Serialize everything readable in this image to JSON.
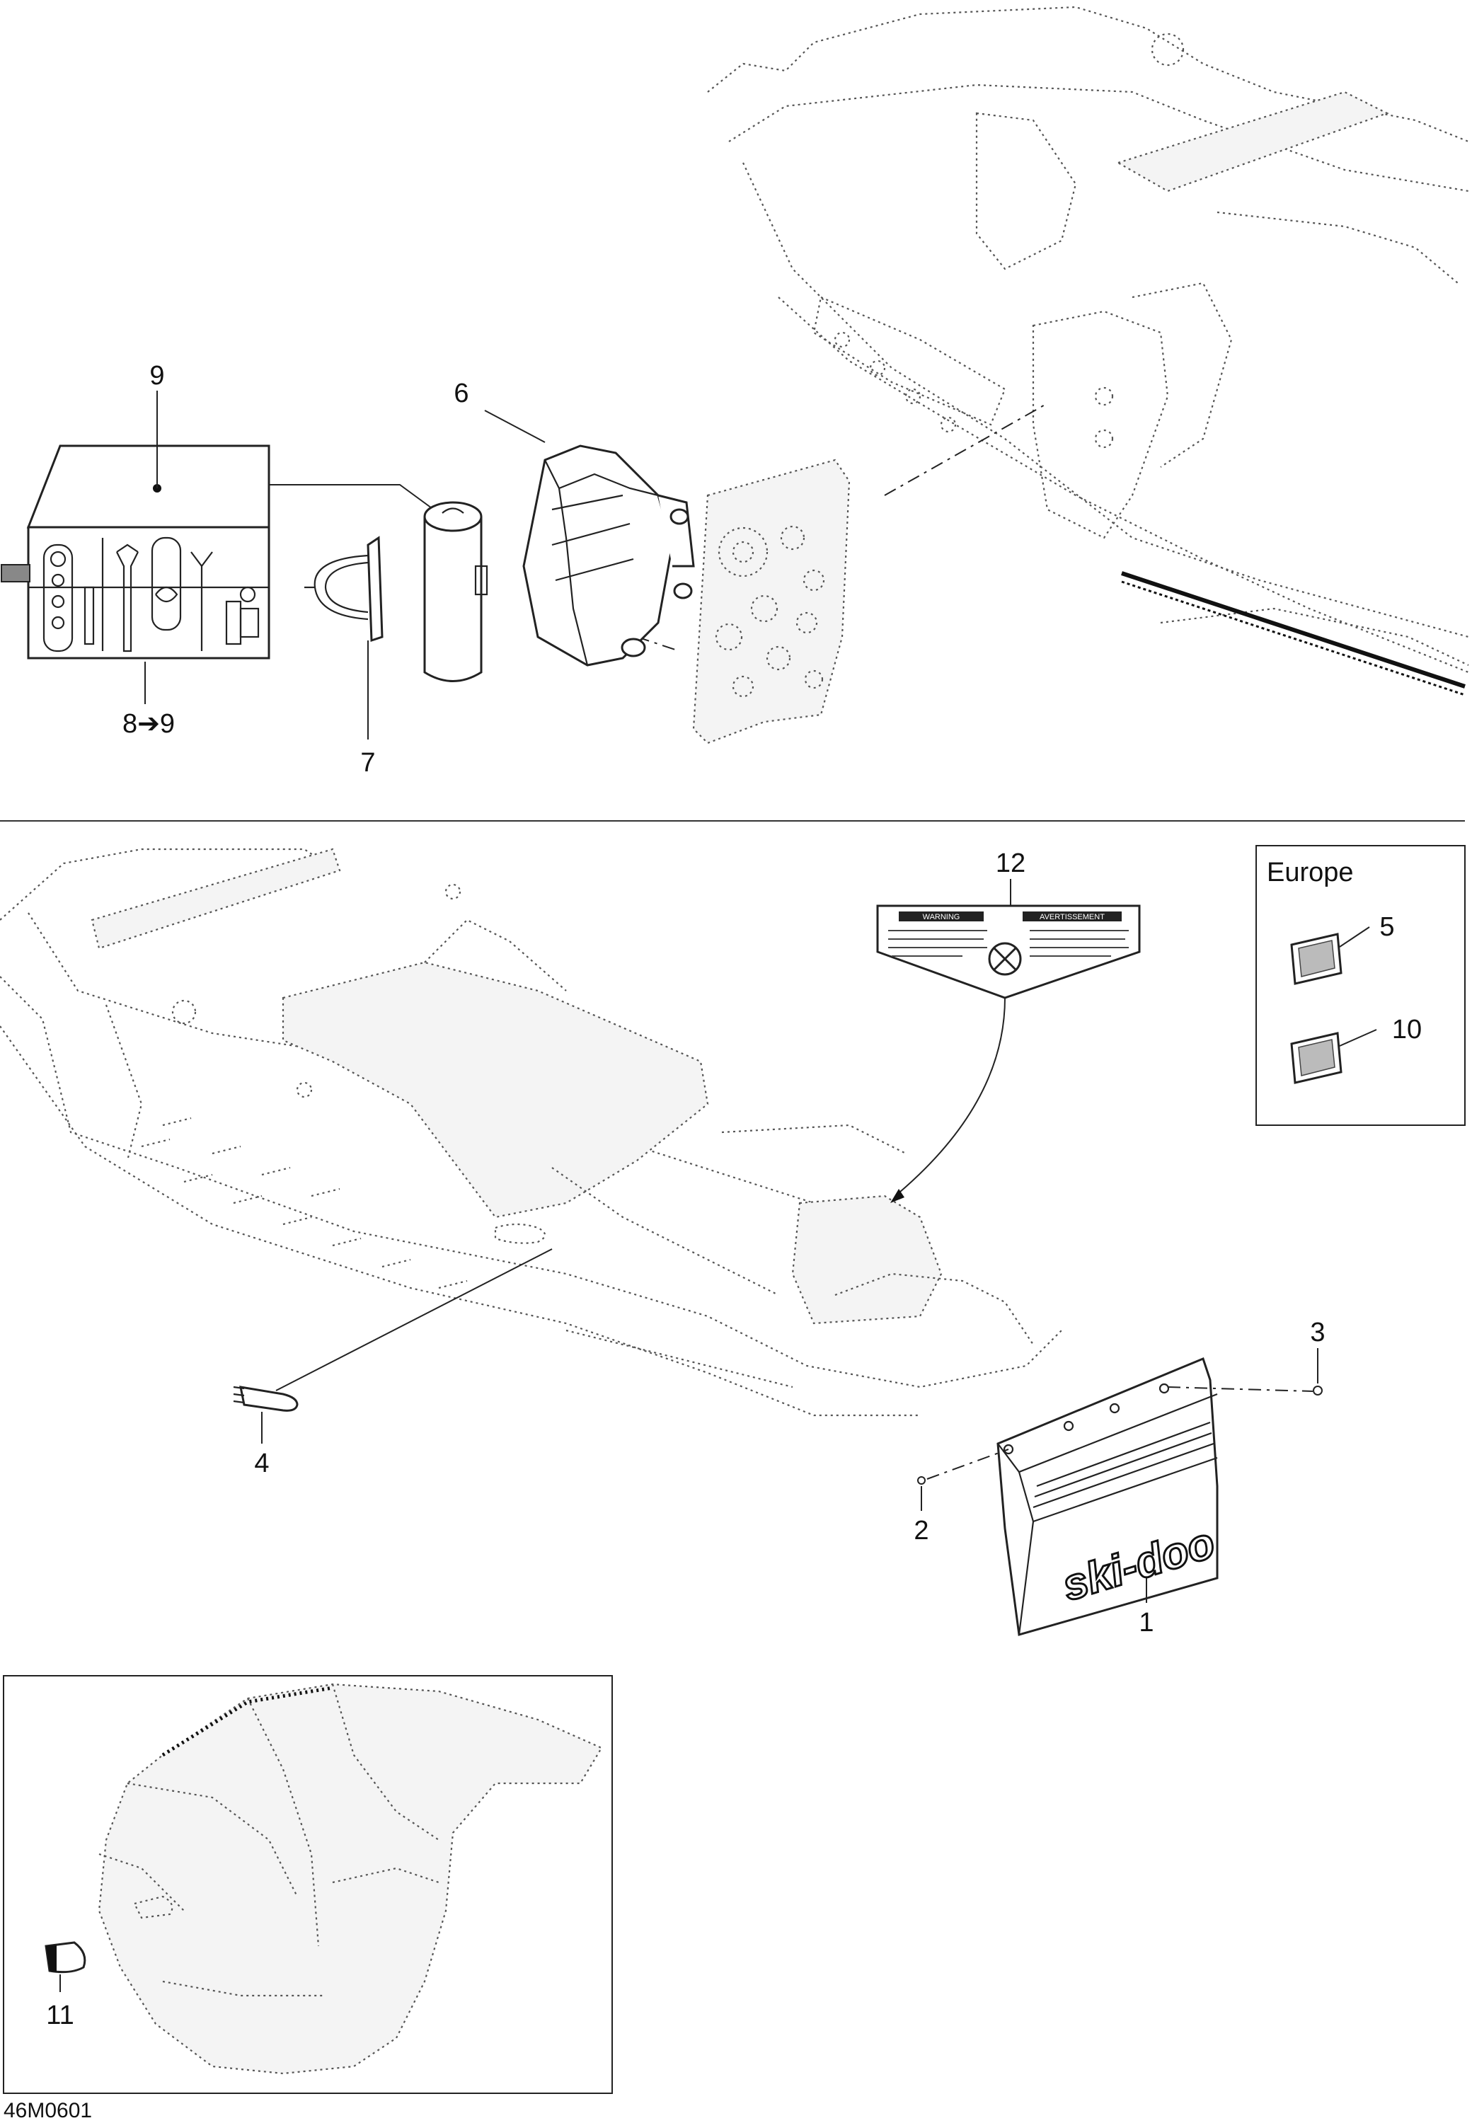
{
  "callouts": {
    "c1": "1",
    "c2": "2",
    "c3": "3",
    "c4": "4",
    "c5": "5",
    "c6": "6",
    "c7": "7",
    "c8_9": "8➔9",
    "c9": "9",
    "c10": "10",
    "c11": "11",
    "c12": "12"
  },
  "europe_box": {
    "title": "Europe"
  },
  "warning_decal": {
    "left_heading": "WARNING",
    "right_heading": "AVERTISSEMENT"
  },
  "logo_text": "ski-doo",
  "figure_code": "46M0601"
}
